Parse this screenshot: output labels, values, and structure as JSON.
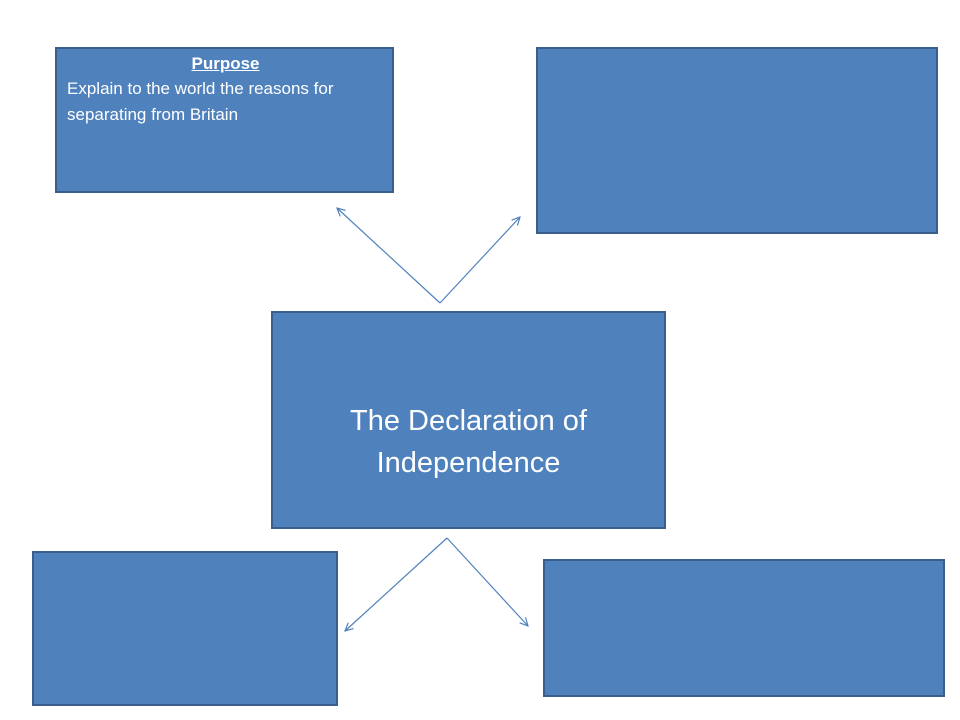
{
  "diagram": {
    "purpose_box": {
      "heading": "Purpose",
      "text": "Explain to the world the reasons for separating from Britain"
    },
    "center_box": {
      "title": "The Declaration of Independence"
    },
    "top_right_box": {
      "text": ""
    },
    "bottom_left_box": {
      "text": ""
    },
    "bottom_right_box": {
      "text": ""
    }
  },
  "colors": {
    "box_fill": "#4f81bd",
    "box_border": "#3a5f8b",
    "arrow": "#4f81bd"
  }
}
